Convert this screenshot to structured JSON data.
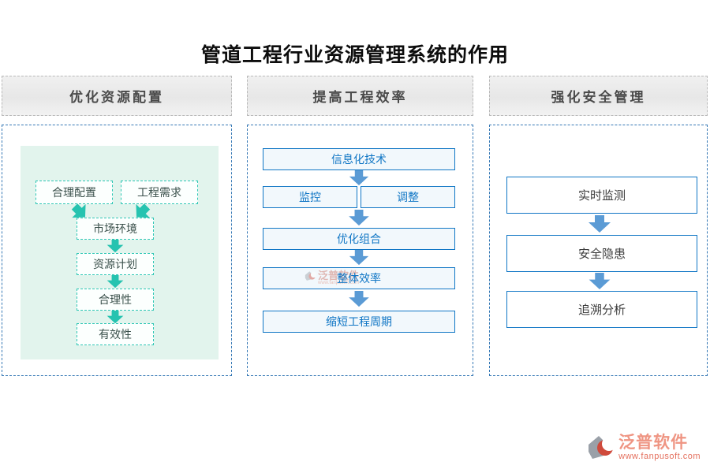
{
  "title": "管道工程行业资源管理系统的作用",
  "sections": [
    {
      "header": "优化资源配置",
      "nodes": [
        "合理配置",
        "工程需求",
        "市场环境",
        "资源计划",
        "合理性",
        "有效性"
      ]
    },
    {
      "header": "提高工程效率",
      "nodes": [
        "信息化技术",
        "监控",
        "调整",
        "优化组合",
        "整体效率",
        "缩短工程周期"
      ]
    },
    {
      "header": "强化安全管理",
      "nodes": [
        "实时监测",
        "安全隐患",
        "追溯分析"
      ]
    }
  ],
  "watermark": {
    "brand": "泛普软件",
    "url": "www.fanpusoft.com"
  },
  "colors": {
    "teal_border": "#2fc7b5",
    "teal_arrow": "#26c3b0",
    "blue_border": "#1076c5",
    "blue_arrow": "#5b9bd5",
    "mint_panel": "#e2f4ed",
    "header_text": "#4a4a4a",
    "logo_salmon": "#ef9583"
  }
}
